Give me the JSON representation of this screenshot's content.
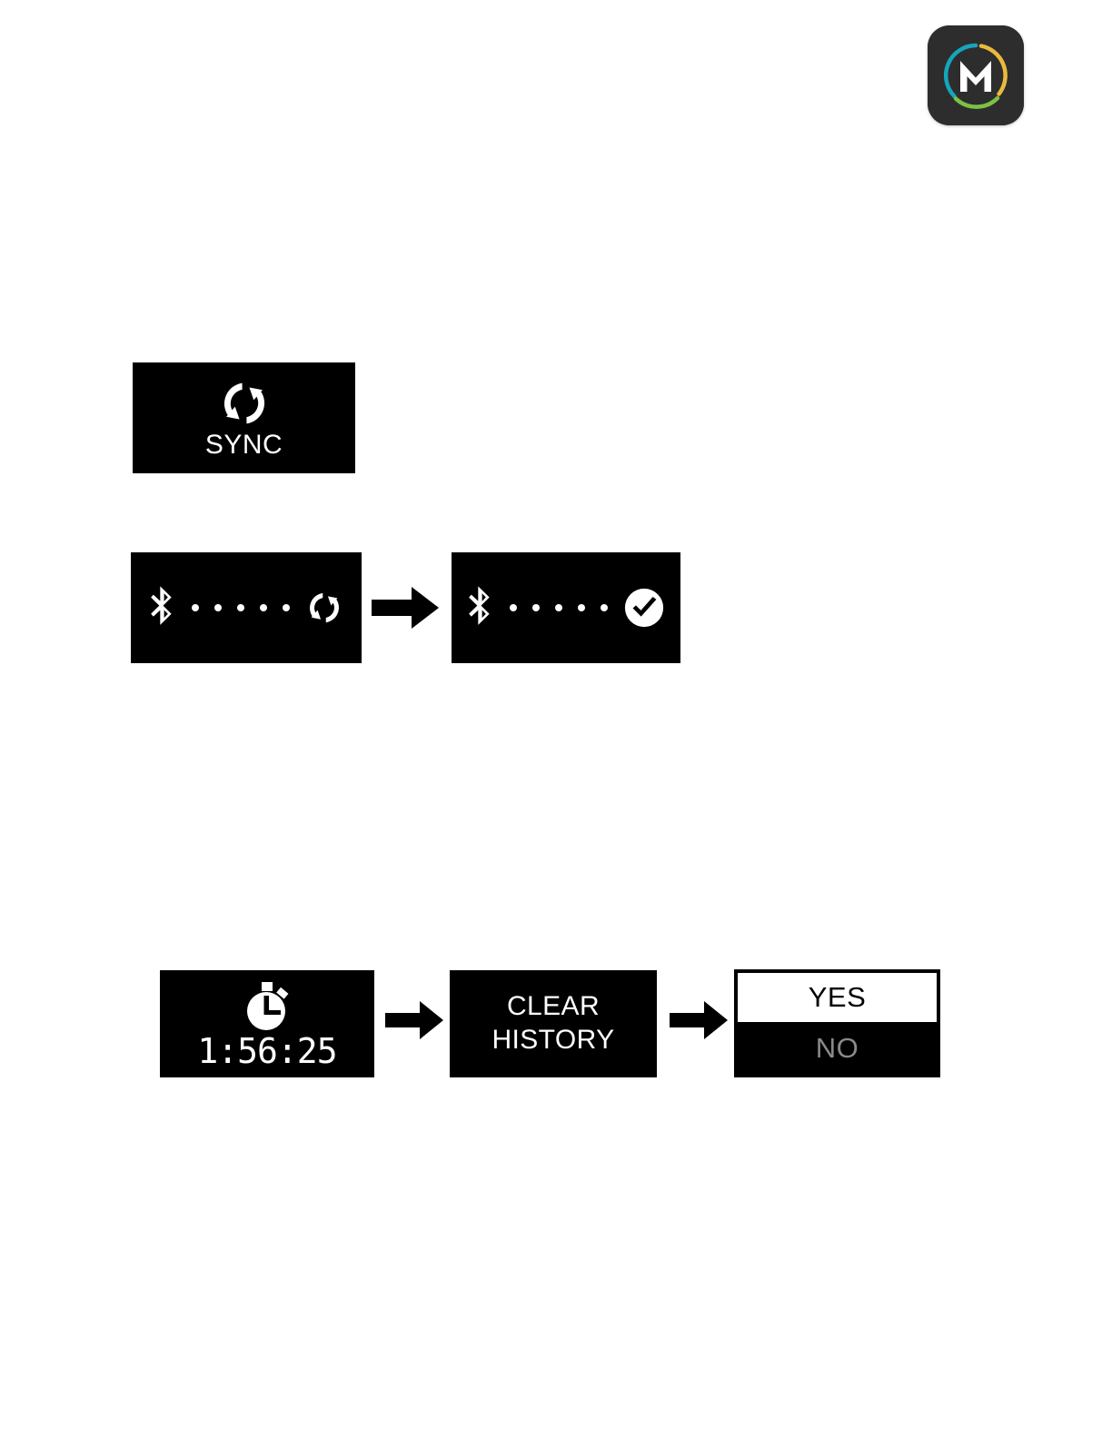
{
  "app": {
    "logo": {
      "name": "mapmy-app-icon",
      "letter": "M",
      "background_color": "#2d2d2d",
      "ring_colors": {
        "teal": "#16a5ba",
        "yellow": "#e9ba3c",
        "green": "#7cc242"
      },
      "letter_color": "#ffffff"
    }
  },
  "sequences": {
    "sync": {
      "screen": {
        "icon": "sync-arrows-icon",
        "label": "SYNC",
        "background_color": "#000000",
        "text_color": "#ffffff"
      }
    },
    "pairing": {
      "step_1": {
        "icons": [
          "bluetooth-icon",
          "connection-dots",
          "sync-arrows-icon"
        ],
        "dot_count": 5
      },
      "arrow": "right-arrow-icon",
      "step_2": {
        "icons": [
          "bluetooth-icon",
          "connection-dots",
          "check-circle-icon"
        ],
        "dot_count": 5
      }
    },
    "clear_history": {
      "step_1": {
        "icon": "stopwatch-icon",
        "value": "1:56:25"
      },
      "arrow_1": "right-arrow-icon",
      "step_2": {
        "line_1": "CLEAR",
        "line_2": "HISTORY"
      },
      "arrow_2": "right-arrow-icon",
      "step_3": {
        "options": [
          {
            "label": "YES",
            "selected": true,
            "text_color": "#000000",
            "background_color": "#ffffff"
          },
          {
            "label": "NO",
            "selected": false,
            "text_color": "#8a8a8a",
            "background_color": "#000000"
          }
        ]
      }
    }
  }
}
